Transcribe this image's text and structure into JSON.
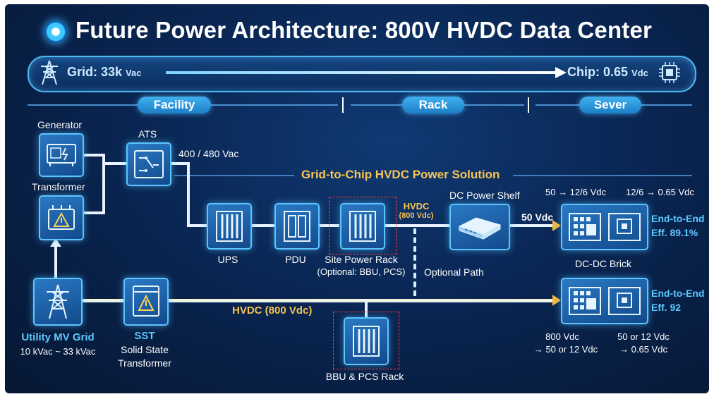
{
  "title": "Future Power Architecture: 800V HVDC Data Center",
  "banner": {
    "grid_label": "Grid: 33k",
    "grid_unit": "Vac",
    "chip_label": "Chip: 0.65",
    "chip_unit": "Vdc"
  },
  "sections": [
    "Facility",
    "Rack",
    "Sever"
  ],
  "nodes": {
    "generator": "Generator",
    "transformer": "Transformer",
    "ats": "ATS",
    "ats_voltage": "400 / 480 Vac",
    "ups": "UPS",
    "pdu": "PDU",
    "site_rack": "Site Power Rack",
    "site_rack_sub": "(Optional: BBU, PCS)",
    "hvdc_small": "HVDC",
    "hvdc_small_sub": "(800 Vdc)",
    "optional_path": "Optional Path",
    "dc_shelf": "DC Power Shelf",
    "shelf_out": "50 Vdc",
    "dcdc_brick": "DC-DC Brick",
    "conv_top_left": "50 → 12/6 Vdc",
    "conv_top_right": "12/6 → 0.65 Vdc",
    "eff1_a": "End-to-End",
    "eff1_b": "Eff. 89.1%",
    "eff2_a": "End-to-End",
    "eff2_b": "Eff. 92",
    "utility_grid": "Utility MV Grid",
    "utility_range": "10 kVac ~ 33 kVac",
    "sst": "SST",
    "sst_sub1": "Solid State",
    "sst_sub2": "Transformer",
    "hvdc_main": "HVDC (800 Vdc)",
    "bbu_rack": "BBU & PCS Rack",
    "conv_bot_left_1": "800 Vdc",
    "conv_bot_left_2": "→ 50 or 12 Vdc",
    "conv_bot_right_1": "50 or 12 Vdc",
    "conv_bot_right_2": "→ 0.65 Vdc"
  },
  "subtitle": "Grid-to-Chip HVDC Power Solution",
  "icons": [
    "power-tower-icon",
    "chip-icon",
    "generator-icon",
    "transformer-icon",
    "switch-icon",
    "rack-icon",
    "server-board-icon"
  ],
  "colors": {
    "accent_blue": "#5cc8ff",
    "accent_gold": "#f6c453",
    "background": "#0a2653",
    "dashed_red": "#ff3a3a"
  }
}
